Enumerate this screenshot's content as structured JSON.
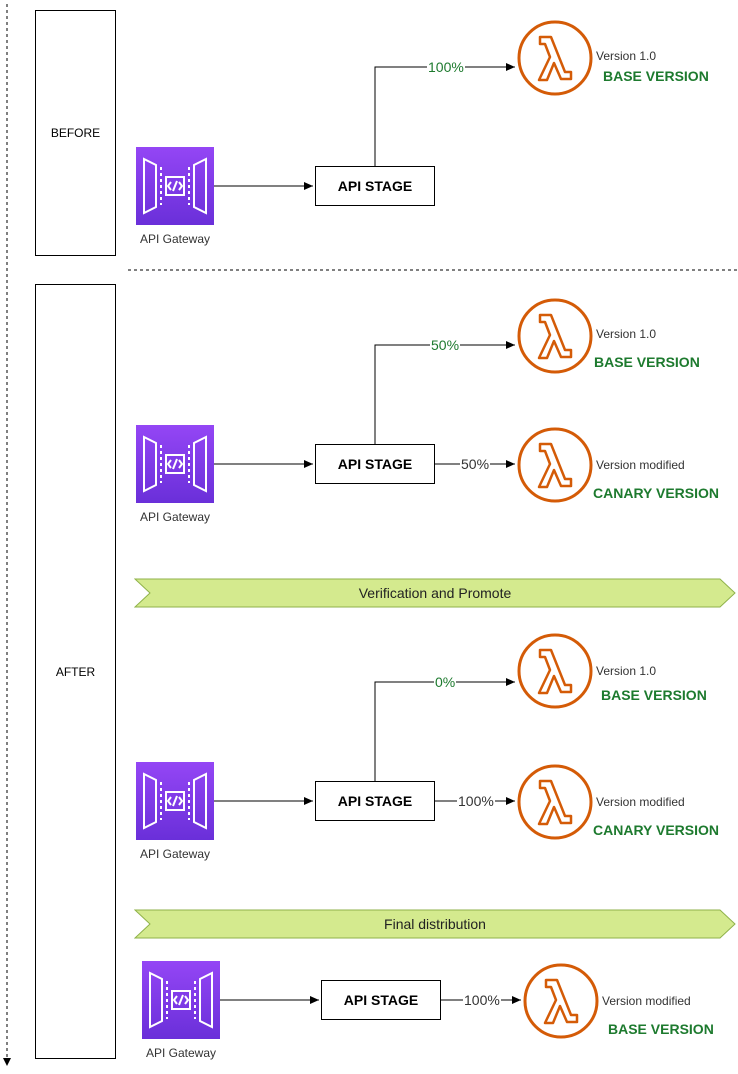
{
  "panels": {
    "before": "BEFORE",
    "after": "AFTER"
  },
  "colors": {
    "gateway_purple": "#7a3af0",
    "lambda_orange": "#d45b07",
    "banner_green": "#d4ea8e",
    "label_green": "#1d7a2e"
  },
  "icons": [
    "api-gateway-icon",
    "lambda-icon"
  ],
  "sections": [
    {
      "gateway_label": "API Gateway",
      "stage_label": "API STAGE",
      "routes": [
        {
          "percent": "100%",
          "version": "Version 1.0",
          "name": "BASE VERSION"
        }
      ]
    },
    {
      "gateway_label": "API Gateway",
      "stage_label": "API STAGE",
      "routes": [
        {
          "percent": "50%",
          "version": "Version 1.0",
          "name": "BASE VERSION"
        },
        {
          "percent": "50%",
          "version": "Version modified",
          "name": "CANARY VERSION"
        }
      ]
    },
    {
      "gateway_label": "API Gateway",
      "stage_label": "API STAGE",
      "routes": [
        {
          "percent": "0%",
          "version": "Version 1.0",
          "name": "BASE VERSION"
        },
        {
          "percent": "100%",
          "version": "Version modified",
          "name": "CANARY VERSION"
        }
      ]
    },
    {
      "gateway_label": "API Gateway",
      "stage_label": "API STAGE",
      "routes": [
        {
          "percent": "100%",
          "version": "Version modified",
          "name": "BASE VERSION"
        }
      ]
    }
  ],
  "banners": [
    "Verification and Promote",
    "Final distribution"
  ]
}
